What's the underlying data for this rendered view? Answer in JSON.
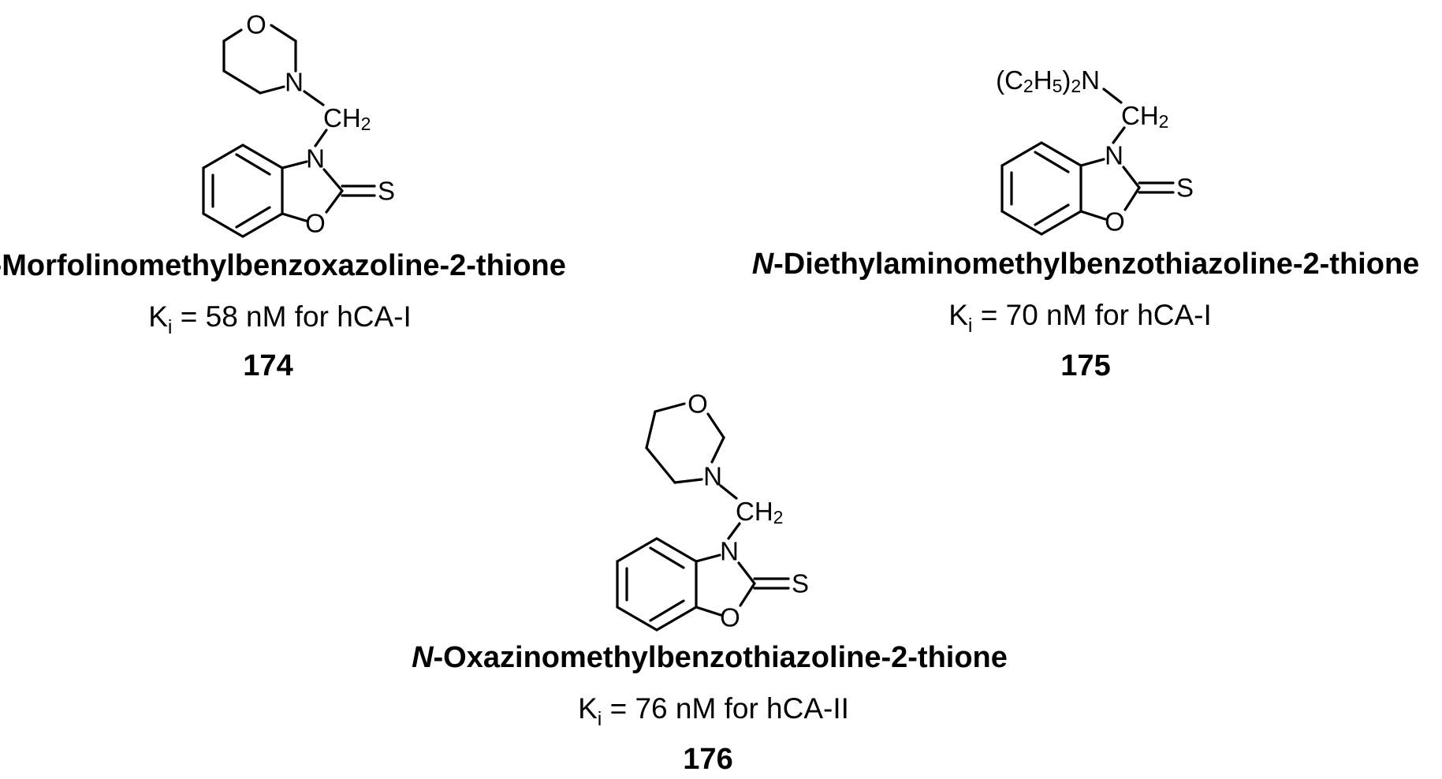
{
  "atoms": {
    "nitrogen": "N",
    "oxygen": "O",
    "sulfur": "S",
    "methylene": "CH",
    "methylene_sub": "2",
    "diethyl_open": "(C",
    "diethyl_sub1": "2",
    "diethyl_h": "H",
    "diethyl_sub2": "5",
    "diethyl_close": ")",
    "diethyl_sub3": "2"
  },
  "compounds": [
    {
      "name_prefix": "N",
      "name_rest": "-Morfolinomethylbenzoxazoline-2-thione",
      "ki_k": "K",
      "ki_sub": "i",
      "ki_rest": " = 58 nM for hCA-I",
      "number": "174"
    },
    {
      "name_prefix": "N",
      "name_rest": "-Diethylaminomethylbenzothiazoline-2-thione",
      "ki_k": "K",
      "ki_sub": "i",
      "ki_rest": " = 70 nM for hCA-I",
      "number": "175"
    },
    {
      "name_prefix": "N",
      "name_rest": "-Oxazinomethylbenzothiazoline-2-thione",
      "ki_k": "K",
      "ki_sub": "i",
      "ki_rest": " = 76 nM for hCA-II",
      "number": "176"
    }
  ]
}
